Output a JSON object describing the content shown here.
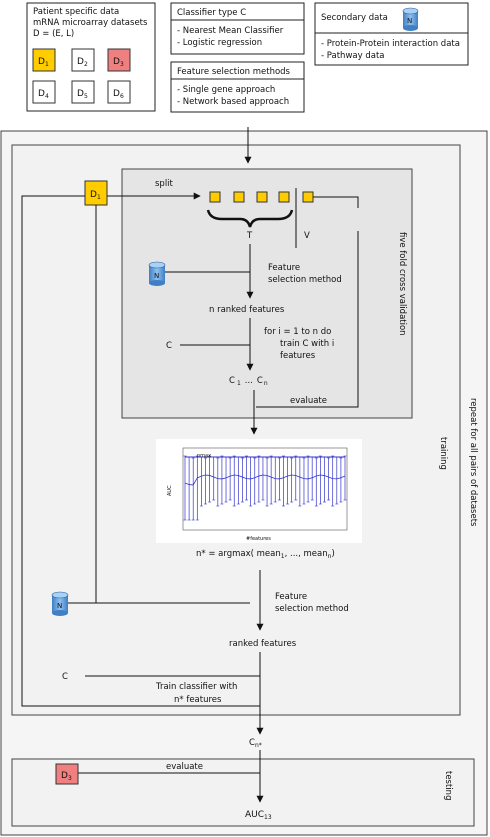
{
  "patient_box": {
    "line1": "Patient specific data",
    "line2": "mRNA microarray datasets",
    "line3": "D = (E, L)",
    "datasets": [
      "D1",
      "D2",
      "D3",
      "D4",
      "D5",
      "D6"
    ]
  },
  "classifier_box": {
    "title": "Classifier type C",
    "items": [
      "- Nearest Mean Classifier",
      "- Logistic regression"
    ]
  },
  "feature_sel_box": {
    "title": "Feature selection methods",
    "items": [
      "- Single gene approach",
      "- Network based approach"
    ]
  },
  "secondary_box": {
    "title": "Secondary data",
    "db_label": "N",
    "items": [
      "- Protein-Protein interaction data",
      "- Pathway data"
    ]
  },
  "labels": {
    "repeat": "repeat for all pairs of datasets",
    "training": "training",
    "cross_validation": "five fold cross validation",
    "testing": "testing",
    "split": "split",
    "T": "T",
    "V": "V",
    "feature_sel_1a": "Feature",
    "feature_sel_1b": "selection method",
    "n_ranked": "n ranked features",
    "for_loop_1": "for i = 1 to n do",
    "for_loop_2": "train C with i",
    "for_loop_3": "features",
    "C": "C",
    "C1_main": "C",
    "C1_sub": "1",
    "dots": "...",
    "Cn_main": "C",
    "Cn_sub": "n",
    "evaluate_cv": "evaluate",
    "argmax_main": "n* = argmax( mean",
    "argmax_sub1": "1",
    "argmax_mid": ", ..., mean",
    "argmax_subn": "n",
    "argmax_end": ")",
    "feature_sel_2a": "Feature",
    "feature_sel_2b": "selection method",
    "ranked": "ranked features",
    "C2": "C",
    "train_1": "Train classifier with",
    "train_2": "n* features",
    "Cnstar_main": "C",
    "Cnstar_sub": "n*",
    "D1": "D",
    "D1_sub": "1",
    "D3": "D",
    "D3_sub": "3",
    "evaluate_test": "evaluate",
    "auc_main": "AUC",
    "auc_sub": "13",
    "db_N": "N"
  },
  "plot_inset": {
    "ylabel": "AUC",
    "xlabel": "#features",
    "annotation": "nmax"
  },
  "colors": {
    "yellow": "#ffcc00",
    "red": "#f08080",
    "blue": "#5b9bd5",
    "plot_blue": "#3333cc",
    "bg_light": "#f3f3f3",
    "bg_mid": "#e6e6e6"
  }
}
